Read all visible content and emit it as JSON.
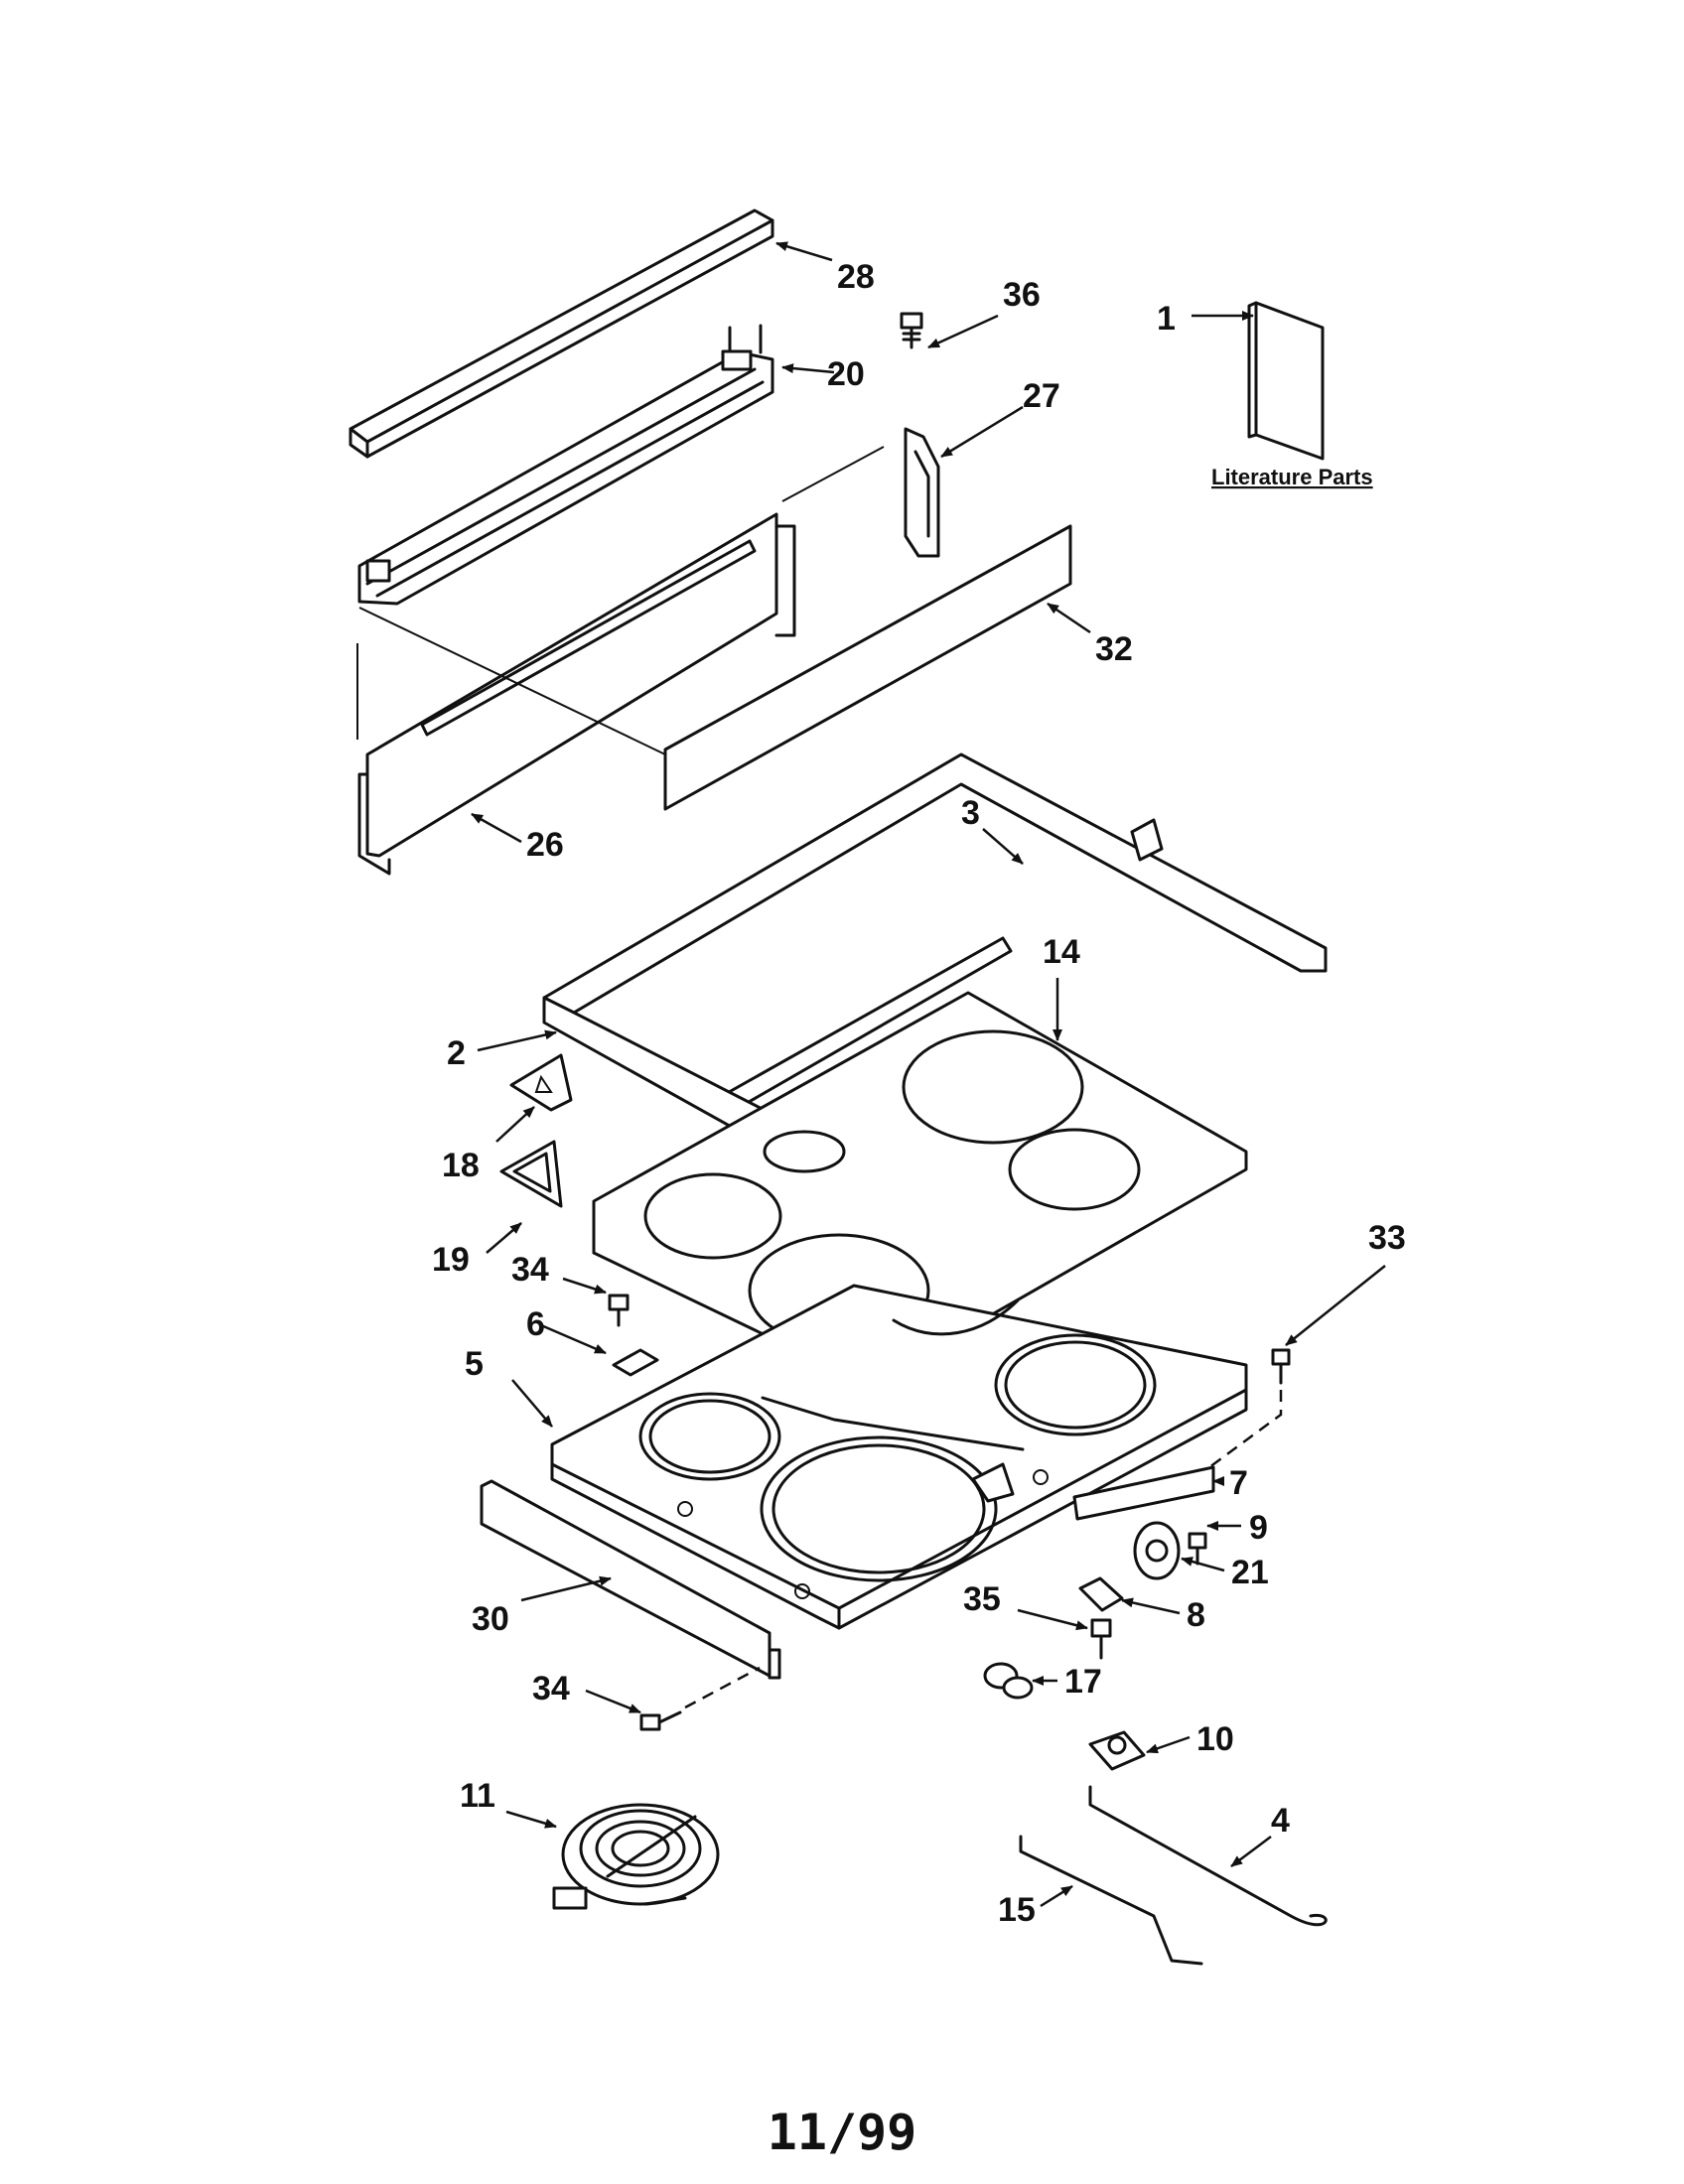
{
  "labels": {
    "c1": "1",
    "c2": "2",
    "c3": "3",
    "c4": "4",
    "c5": "5",
    "c6": "6",
    "c7": "7",
    "c8": "8",
    "c9": "9",
    "c10": "10",
    "c11": "11",
    "c14": "14",
    "c15": "15",
    "c17": "17",
    "c18": "18",
    "c19": "19",
    "c20": "20",
    "c21": "21",
    "c26": "26",
    "c27": "27",
    "c28": "28",
    "c30": "30",
    "c32": "32",
    "c33": "33",
    "c34a": "34",
    "c34b": "34",
    "c35": "35",
    "c36": "36"
  },
  "literature_label": "Literature Parts",
  "footer_date": "11/99"
}
